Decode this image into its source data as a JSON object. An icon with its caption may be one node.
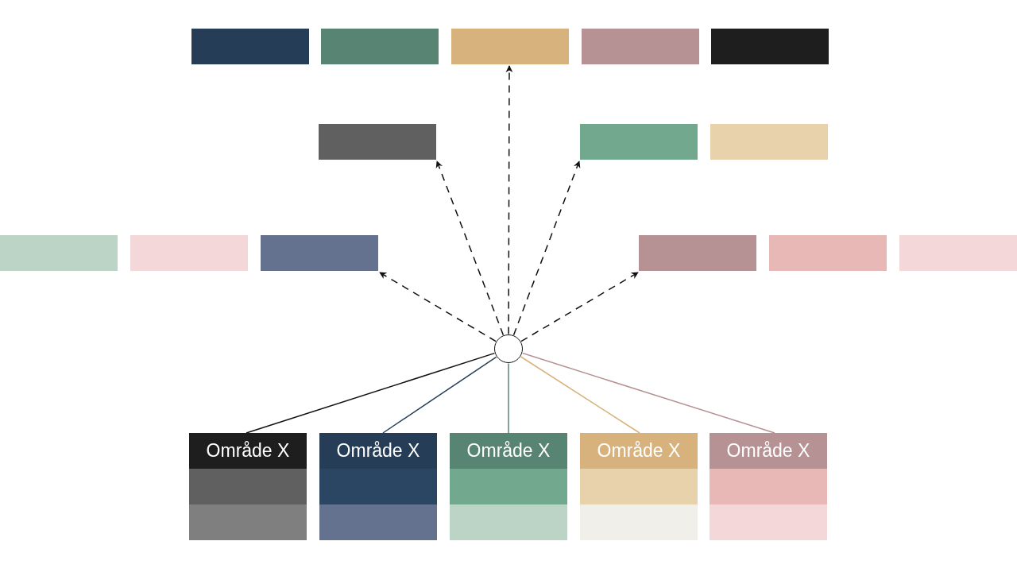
{
  "diagram": {
    "nodes": [
      {
        "text": [],
        "shape": "box"
      },
      {
        "text": [],
        "shape": "box"
      },
      {
        "text": [],
        "shape": "box"
      },
      {
        "text": [],
        "shape": "box"
      },
      {
        "text": [],
        "shape": "box"
      },
      {
        "text": [],
        "shape": "box"
      },
      {
        "text": [],
        "shape": "box"
      },
      {
        "text": [],
        "shape": "box"
      },
      {
        "text": [],
        "shape": "box"
      },
      {
        "text": [],
        "shape": "box"
      },
      {
        "text": [],
        "shape": "box"
      },
      {
        "text": [],
        "shape": "box"
      },
      {
        "text": [],
        "shape": "box"
      },
      {
        "text": [],
        "shape": "box"
      },
      {
        "text": [],
        "shape": "circle"
      },
      {
        "text": [
          "Område X"
        ]
      },
      {
        "text": [
          "Område X"
        ]
      },
      {
        "text": [
          "Område X"
        ]
      },
      {
        "text": [
          "Område X"
        ]
      },
      {
        "text": [
          "Område X"
        ]
      },
      {
        "text": [],
        "shape": "box"
      },
      {
        "text": [],
        "shape": "box"
      },
      {
        "text": [],
        "shape": "box"
      },
      {
        "text": [],
        "shape": "box"
      },
      {
        "text": [],
        "shape": "box"
      },
      {
        "text": [],
        "shape": "box"
      },
      {
        "text": [],
        "shape": "box"
      },
      {
        "text": [],
        "shape": "box"
      },
      {
        "text": [],
        "shape": "box"
      },
      {
        "text": [],
        "shape": "box"
      }
    ],
    "edges": [
      {
        "from": 14,
        "to": 15,
        "arrow": "none",
        "color": "#111111"
      },
      {
        "from": 14,
        "to": 16,
        "arrow": "none",
        "color": "#253d56"
      },
      {
        "from": 14,
        "to": 17,
        "arrow": "none",
        "color": "#588474"
      },
      {
        "from": 14,
        "to": 18,
        "arrow": "none",
        "color": "#d8b27c"
      },
      {
        "from": 14,
        "to": 19,
        "arrow": "none",
        "color": "#b69294"
      },
      {
        "from": 14,
        "to": 10,
        "arrow": "to",
        "style": "dashed"
      },
      {
        "from": 14,
        "to": 5,
        "arrow": "to",
        "style": "dashed"
      },
      {
        "from": 14,
        "to": 2,
        "arrow": "to",
        "style": "dashed"
      },
      {
        "from": 14,
        "to": 6,
        "arrow": "to",
        "style": "dashed"
      },
      {
        "from": 14,
        "to": 11,
        "arrow": "to",
        "style": "dashed"
      }
    ]
  }
}
